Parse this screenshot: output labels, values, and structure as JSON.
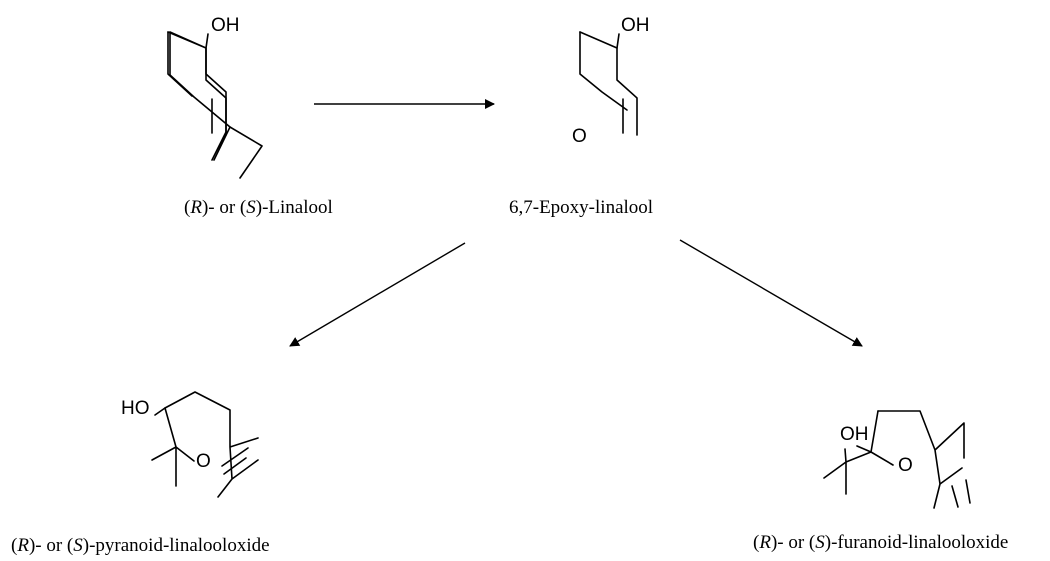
{
  "compounds": {
    "linalool": {
      "atom_oh": "OH",
      "label_open": "(",
      "label_r": "R",
      "label_mid": ")- or (",
      "label_s": "S",
      "label_end": ")-Linalool"
    },
    "epoxy_linalool": {
      "atom_oh": "OH",
      "atom_o": "O",
      "label": "6,7-Epoxy-linalool"
    },
    "pyranoid": {
      "atom_ho": "HO",
      "atom_o": "O",
      "label_open": "(",
      "label_r": "R",
      "label_mid": ")- or (",
      "label_s": "S",
      "label_end": ")-pyranoid-linalooloxide"
    },
    "furanoid": {
      "atom_oh": "OH",
      "atom_o": "O",
      "label_open": "(",
      "label_r": "R",
      "label_mid": ")- or (",
      "label_s": "S",
      "label_end": ")-furanoid-linalooloxide"
    }
  }
}
